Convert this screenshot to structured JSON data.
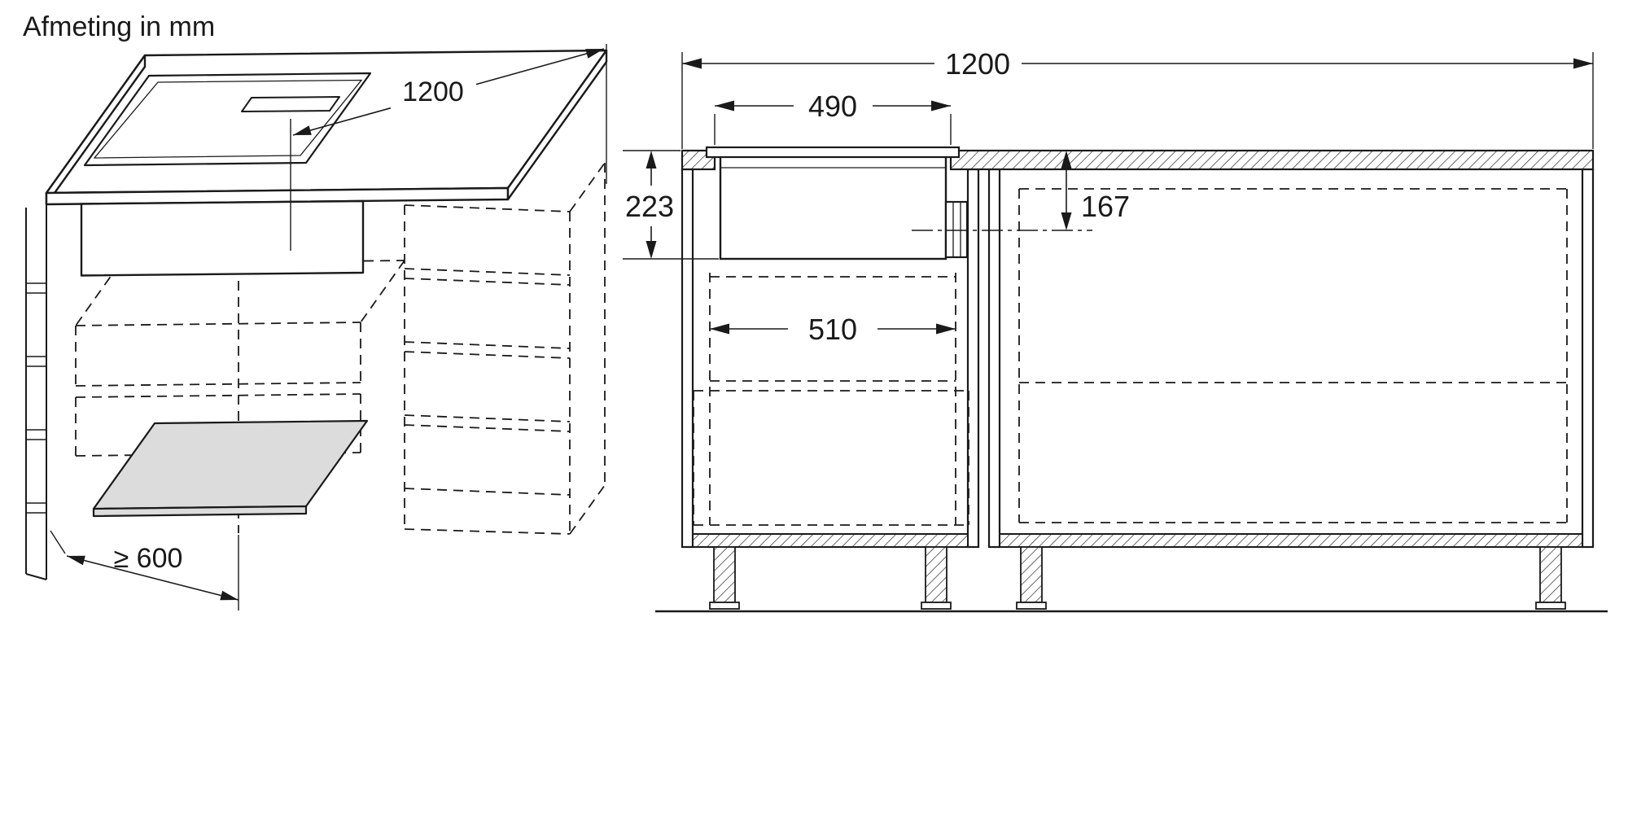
{
  "title": "Afmeting in mm",
  "isometric": {
    "worktop_width": "1200",
    "min_cabinet_width": "≥ 600"
  },
  "elevation": {
    "total_width": "1200",
    "cutout_width": "490",
    "install_depth": "223",
    "duct_axis": "167",
    "clearance_width": "510"
  }
}
